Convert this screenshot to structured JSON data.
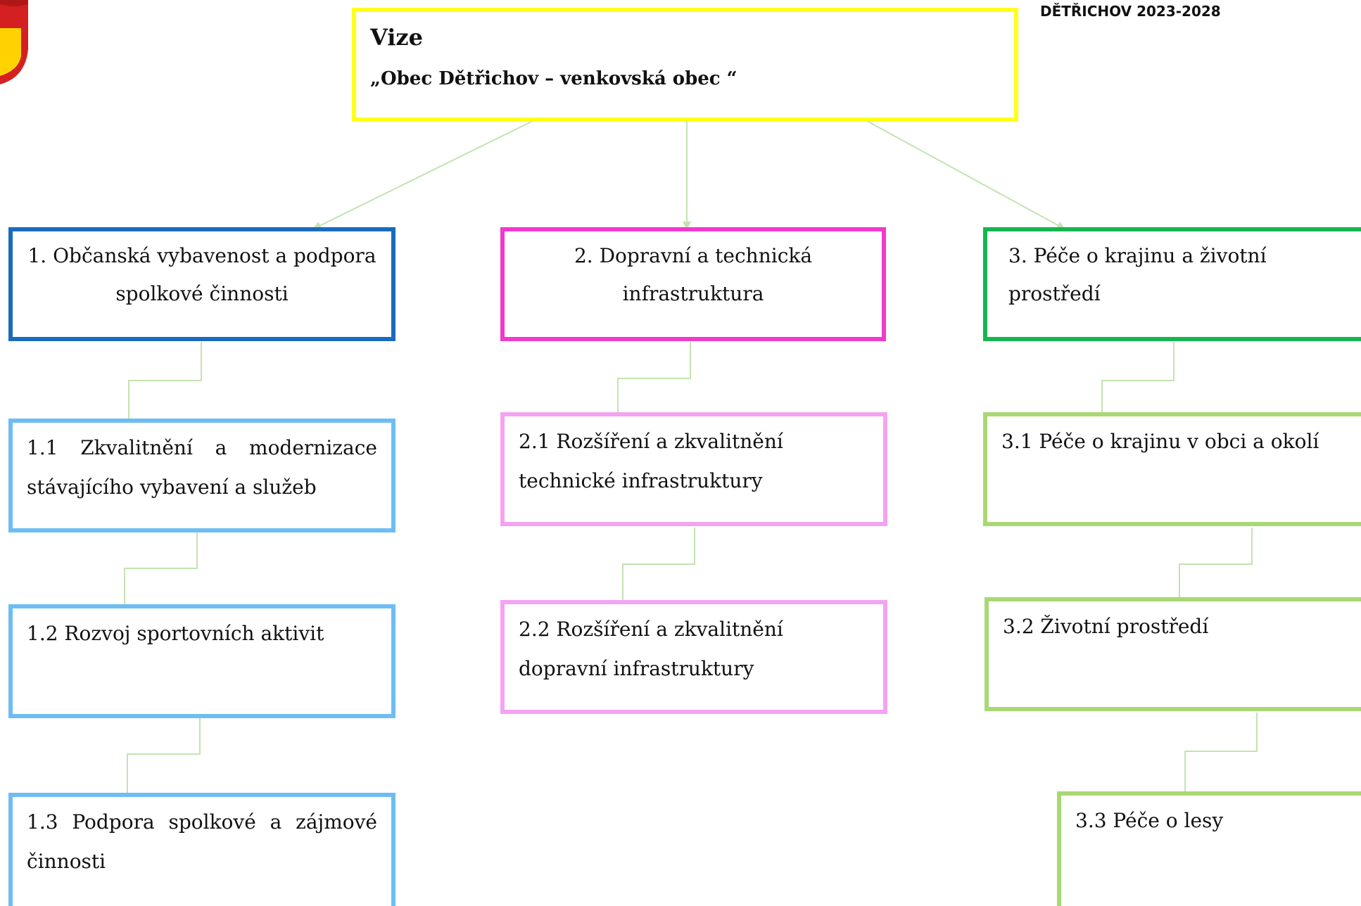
{
  "header": {
    "code": "DĚTŘICHOV 2023-2028"
  },
  "vision": {
    "title": "Vize",
    "subtitle": "„Obec Dětřichov – venkovská obec “"
  },
  "priorities": [
    {
      "label": "1. Občanská vybavenost a podpora spolkové činnosti",
      "color": "#1a6bbd"
    },
    {
      "label": "2. Dopravní a technická infrastruktura",
      "color": "#f03acb"
    },
    {
      "label": "3. Péče o krajinu a životní prostředí",
      "color": "#16b54f"
    }
  ],
  "measures": {
    "p1": [
      "1.1 Zkvalitnění a modernizace stávajícího vybavení a služeb",
      "1.2 Rozvoj sportovních aktivit",
      "1.3 Podpora spolkové a zájmové činnosti"
    ],
    "p2": [
      "2.1 Rozšíření a zkvalitnění technické infrastruktury",
      "2.2 Rozšíření a zkvalitnění dopravní infrastruktury"
    ],
    "p3": [
      "3.1 Péče o krajinu v obci a okolí",
      "3.2 Životní prostředí",
      "3.3 Péče o lesy"
    ]
  },
  "colors": {
    "vision": "#ffff1a",
    "p1_light": "#6dbdf3",
    "p2_light": "#f4a3f2",
    "p3_light": "#a8d873",
    "connector": "#c3e3b1"
  }
}
